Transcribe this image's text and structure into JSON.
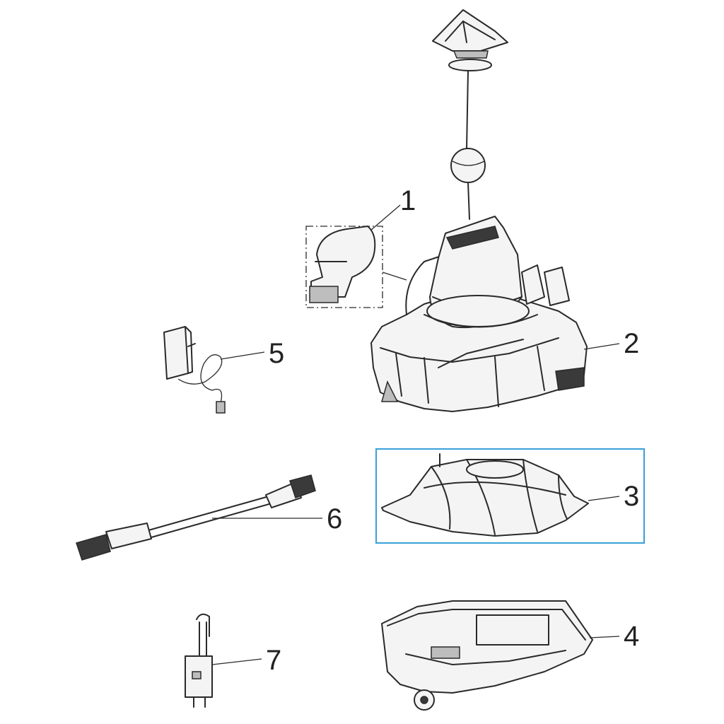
{
  "callouts": {
    "part_1": "1",
    "part_2": "2",
    "part_3": "3",
    "part_4": "4",
    "part_5": "5",
    "part_6": "6",
    "part_7": "7"
  },
  "highlight_color": "#3aa0d8",
  "line_color": "#2a2a2a"
}
